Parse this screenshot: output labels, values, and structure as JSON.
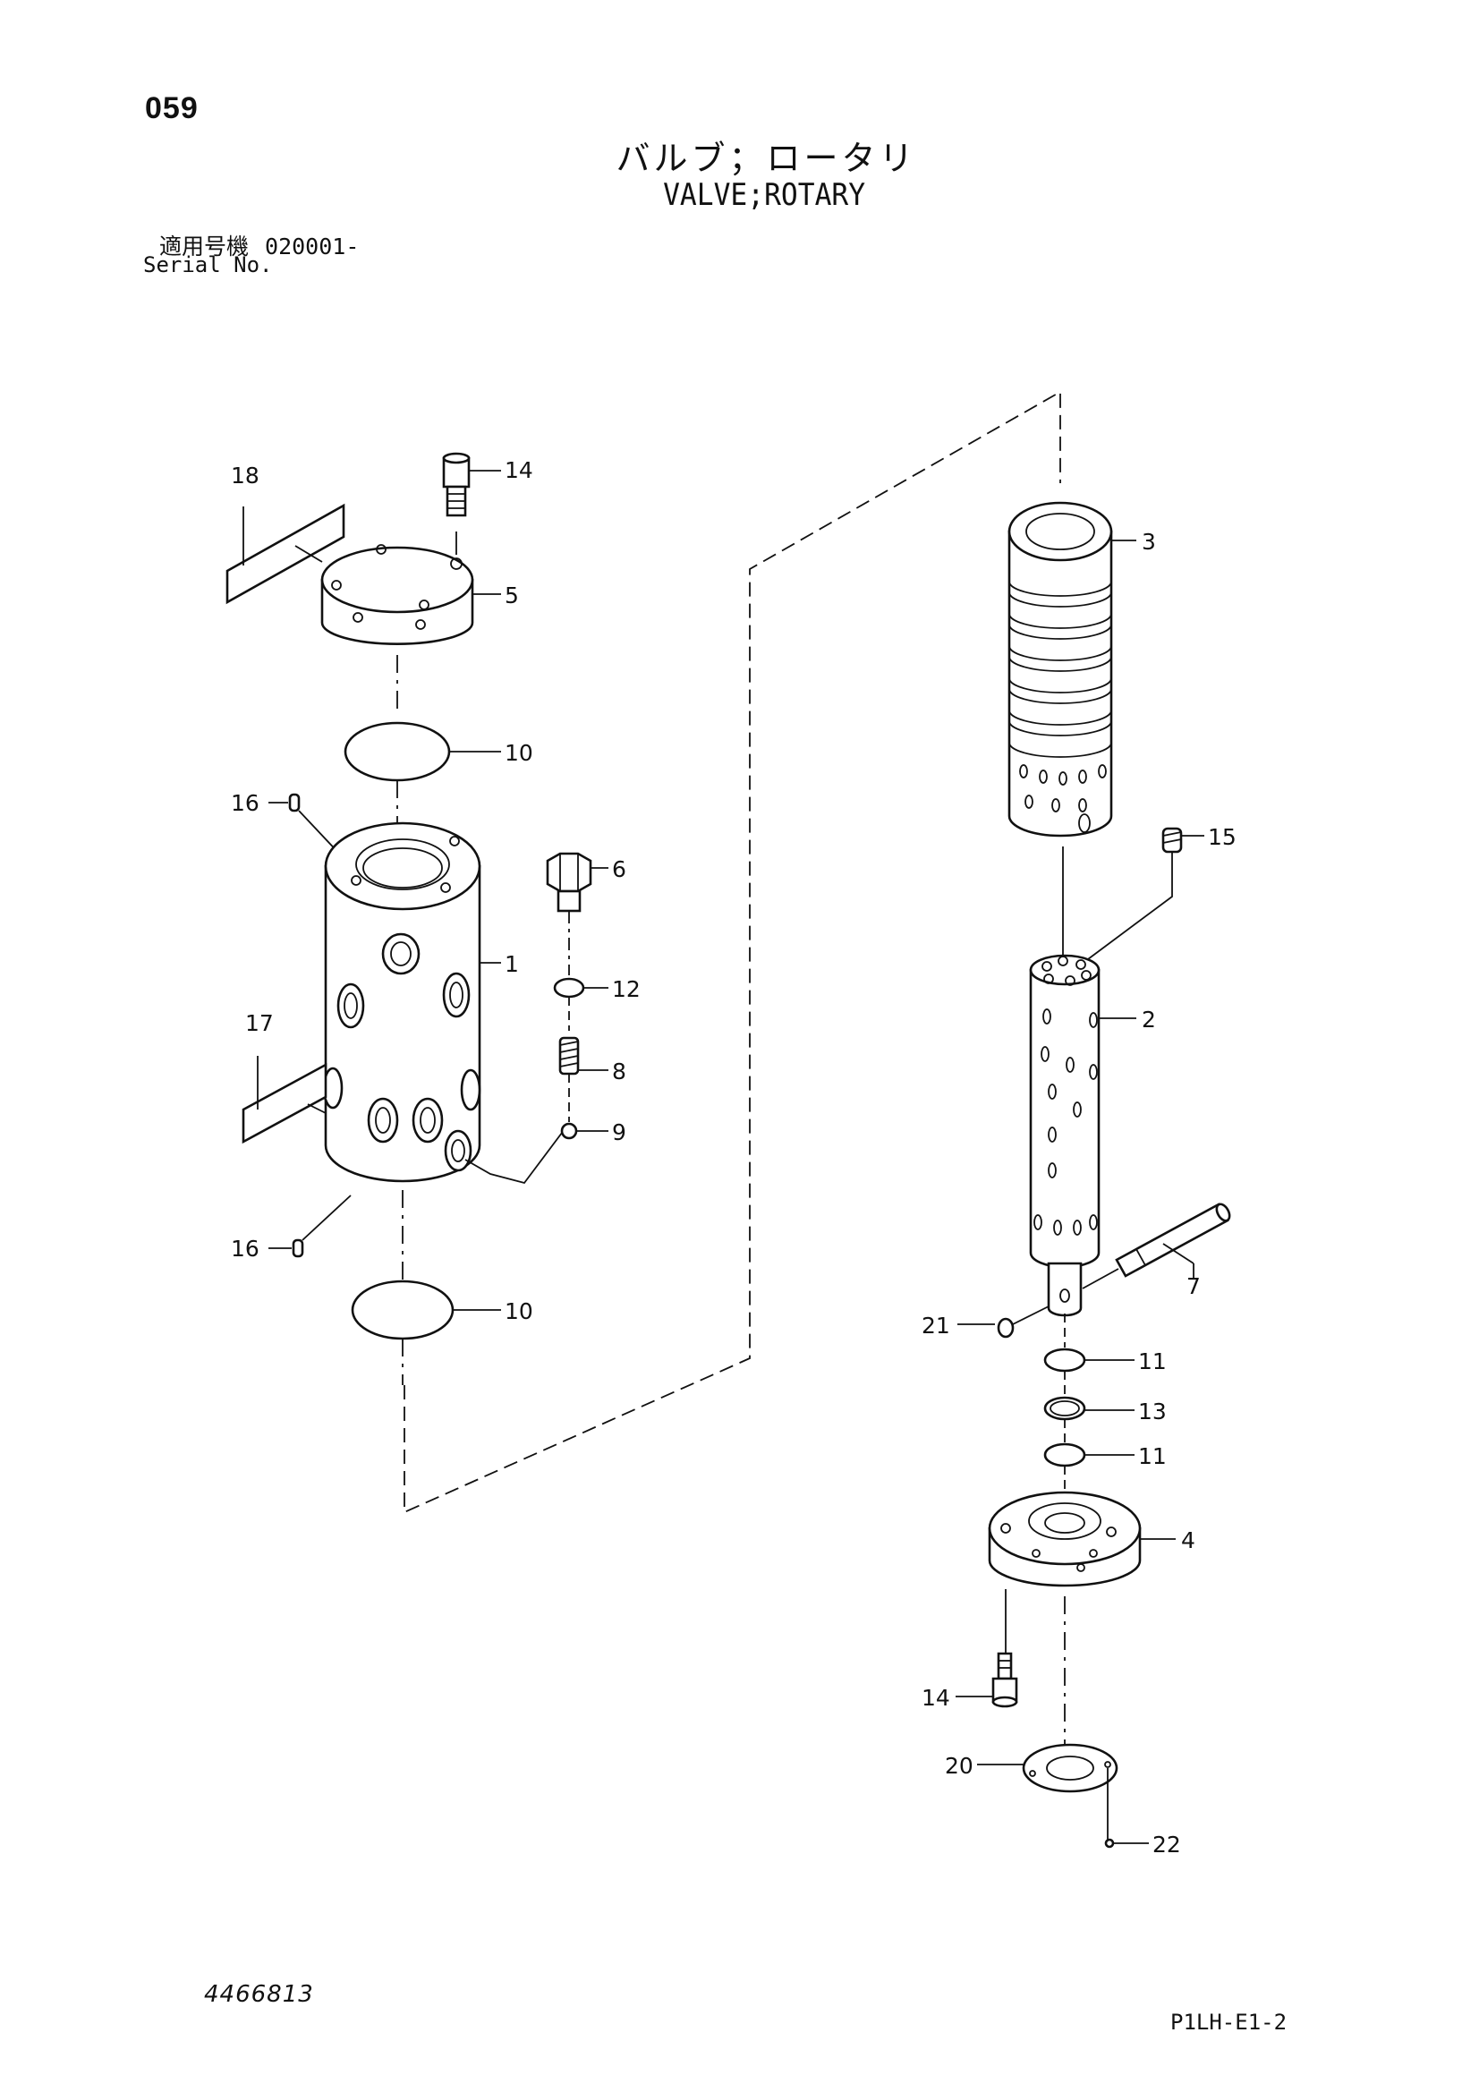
{
  "header": {
    "page_number": "059",
    "title_jp": "バルブ；ロータリ",
    "title_en": "VALVE;ROTARY",
    "serial_label_jp": "適用号機",
    "serial_value": "020001-",
    "serial_label_en": "Serial No."
  },
  "footer": {
    "doc_code": "4466813",
    "sheet_code": "P1LH-E1-2"
  },
  "callouts": {
    "c1": "1",
    "c2": "2",
    "c3": "3",
    "c4": "4",
    "c5": "5",
    "c6": "6",
    "c7": "7",
    "c8": "8",
    "c9": "9",
    "c10a": "10",
    "c10b": "10",
    "c11a": "11",
    "c11b": "11",
    "c12": "12",
    "c13": "13",
    "c14a": "14",
    "c14b": "14",
    "c15": "15",
    "c16a": "16",
    "c16b": "16",
    "c17": "17",
    "c18": "18",
    "c20": "20",
    "c21": "21",
    "c22": "22"
  }
}
